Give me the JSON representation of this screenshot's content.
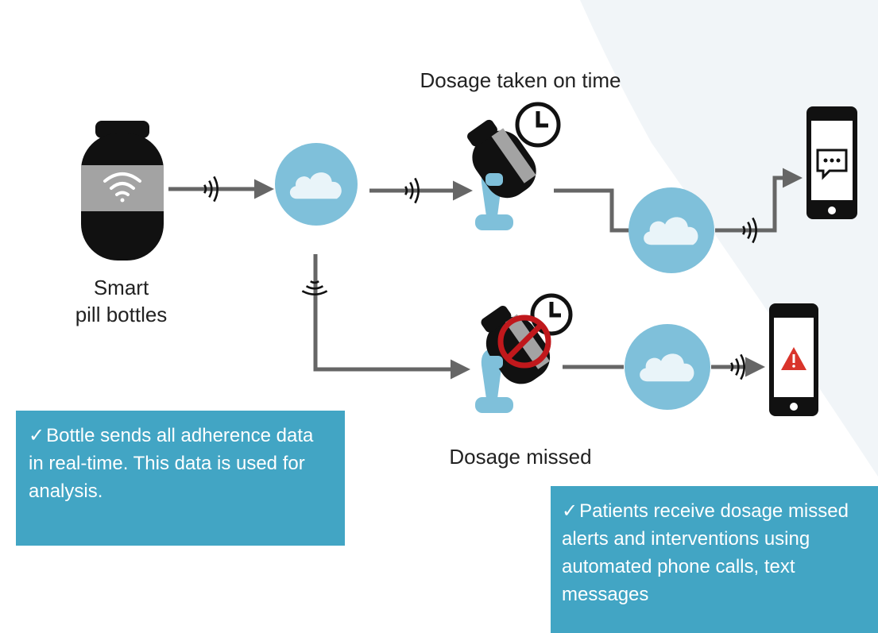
{
  "colors": {
    "accent": "#42a5c4",
    "cloud_circle": "#7fc0da",
    "cloud_fill": "#e9f4f9",
    "connector": "#666666",
    "black": "#111111",
    "alert": "#d9342b",
    "prohibit": "#c0181c",
    "band": "#a3a3a3"
  },
  "labels": {
    "smart_bottles": "Smart\npill bottles",
    "taken": "Dosage taken on time",
    "missed": "Dosage missed"
  },
  "notes": {
    "check": "✓",
    "left": "Bottle sends all adherence data in real-time. This data is used for analysis.",
    "right": "Patients receive dosage missed alerts and interventions using automated phone calls, text messages"
  },
  "icons": [
    "smart-pill-bottle-icon",
    "wifi-icon",
    "cloud-icon",
    "signal-waves-icon",
    "pill-bottle-hand-icon",
    "clock-icon",
    "no-sign-icon",
    "smartphone-icon",
    "chat-bubble-icon",
    "warning-triangle-icon"
  ]
}
